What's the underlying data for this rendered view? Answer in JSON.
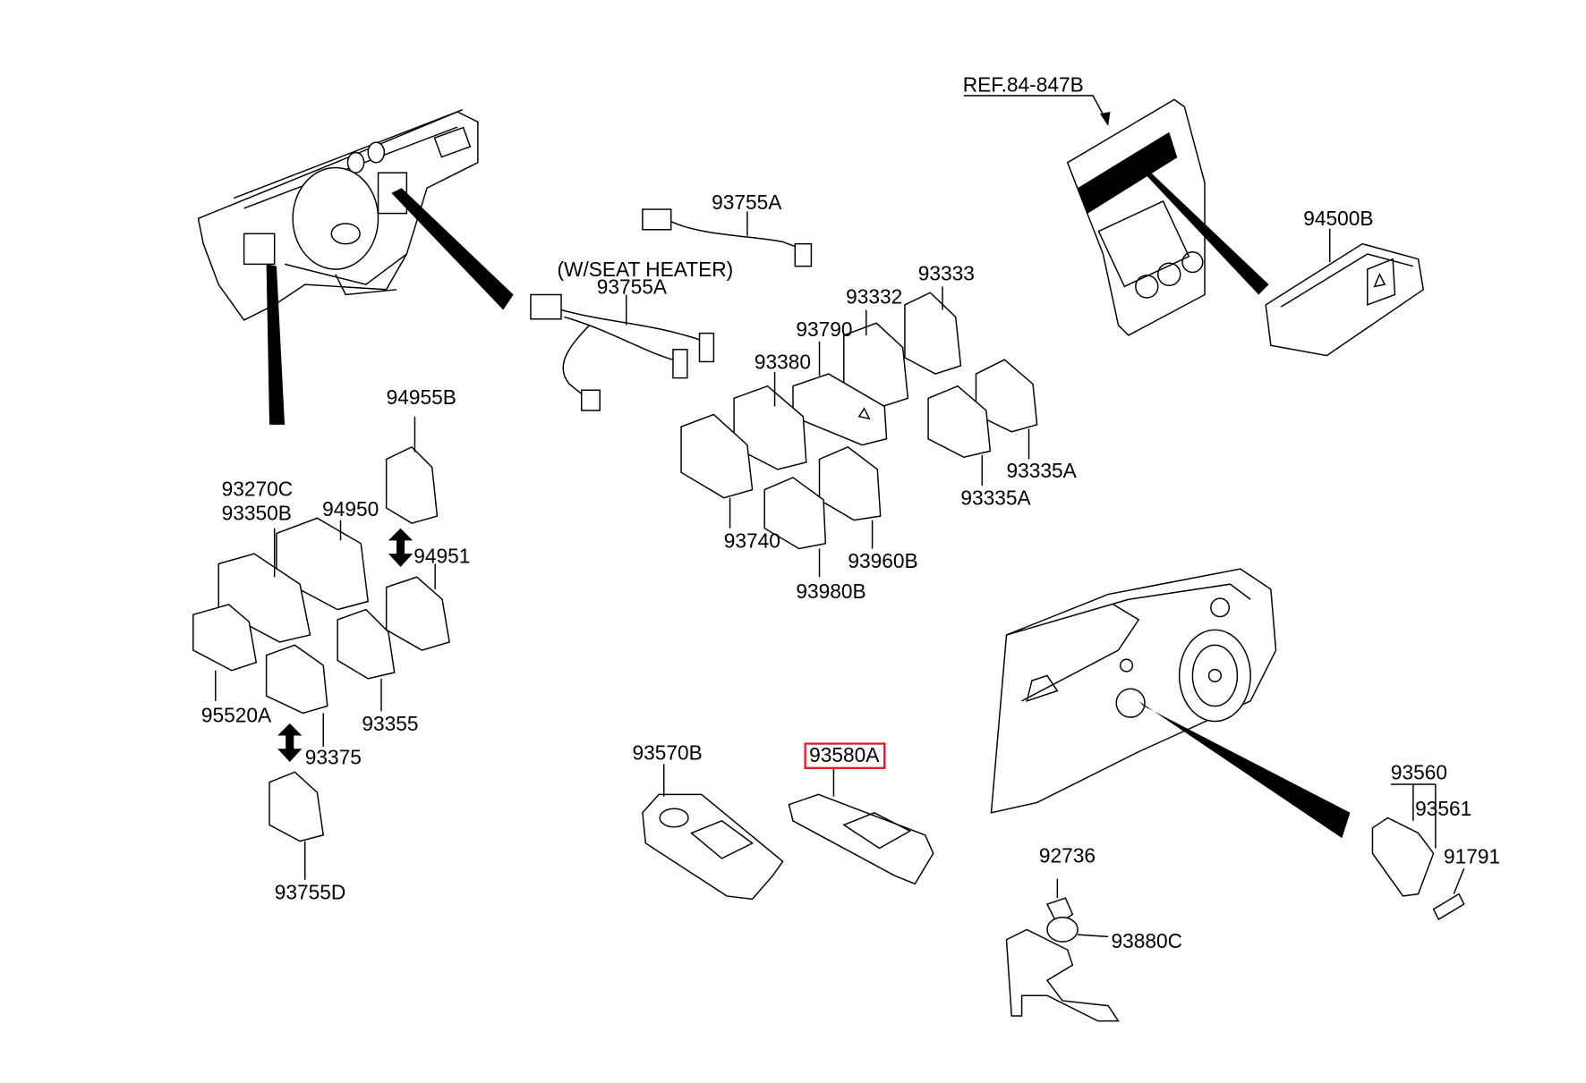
{
  "diagram": {
    "type": "exploded parts diagram",
    "highlight_color": "#e8141c",
    "line_color": "#000000",
    "background": "#ffffff",
    "labels": {
      "ref": "REF.84-847B",
      "p94500B": "94500B",
      "p93755A_top": "93755A",
      "seat_heater_note": "(W/SEAT HEATER)",
      "p93755A_seat": "93755A",
      "p93333": "93333",
      "p93332": "93332",
      "p93790": "93790",
      "p93380": "93380",
      "p93335A_r": "93335A",
      "p93335A_l": "93335A",
      "p93740": "93740",
      "p93960B": "93960B",
      "p93980B": "93980B",
      "p94955B": "94955B",
      "p93270C": "93270C",
      "p93350B": "93350B",
      "p94950": "94950",
      "p94951": "94951",
      "p95520A": "95520A",
      "p93355": "93355",
      "p93375": "93375",
      "p93755D": "93755D",
      "p93570B": "93570B",
      "p93580A": "93580A",
      "p93560": "93560",
      "p93561": "93561",
      "p91791": "91791",
      "p92736": "92736",
      "p93880C": "93880C"
    },
    "highlighted_part": "93580A"
  }
}
